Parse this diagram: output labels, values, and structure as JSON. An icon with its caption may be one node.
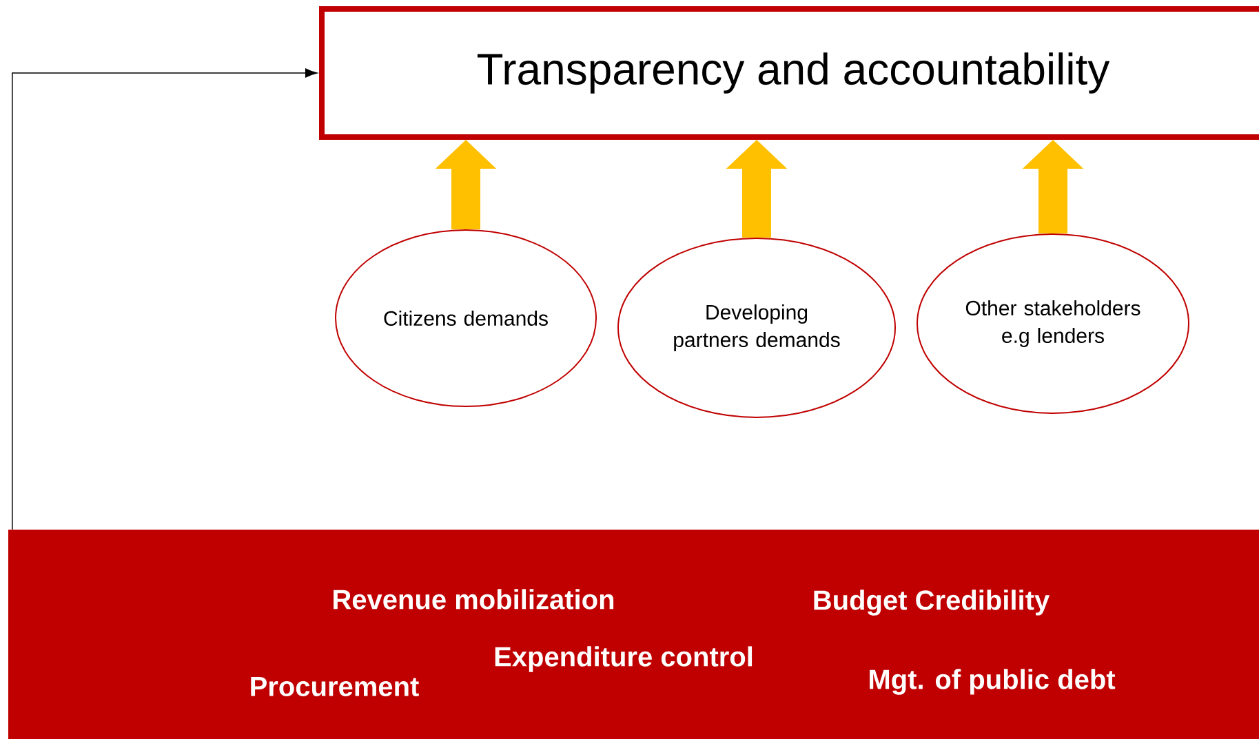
{
  "diagram": {
    "nodes": [
      {
        "text": [
          "Transparency and accountability"
        ]
      },
      {
        "text": [
          "Citizens demands"
        ]
      },
      {
        "text": [
          "Developing partners demands"
        ]
      },
      {
        "text": [
          "Other stakeholders e.g lenders"
        ]
      },
      {
        "text": [
          "Revenue mobilization",
          "Budget Credibility",
          "Expenditure control",
          "Procurement",
          "Mgt. of public debt"
        ]
      }
    ],
    "edges": [
      {
        "from": 1,
        "to": 0,
        "arrow": "to"
      },
      {
        "from": 2,
        "to": 0,
        "arrow": "to"
      },
      {
        "from": 3,
        "to": 0,
        "arrow": "to"
      },
      {
        "from": 4,
        "to": 0,
        "arrow": "to",
        "color": "#000000"
      }
    ]
  }
}
